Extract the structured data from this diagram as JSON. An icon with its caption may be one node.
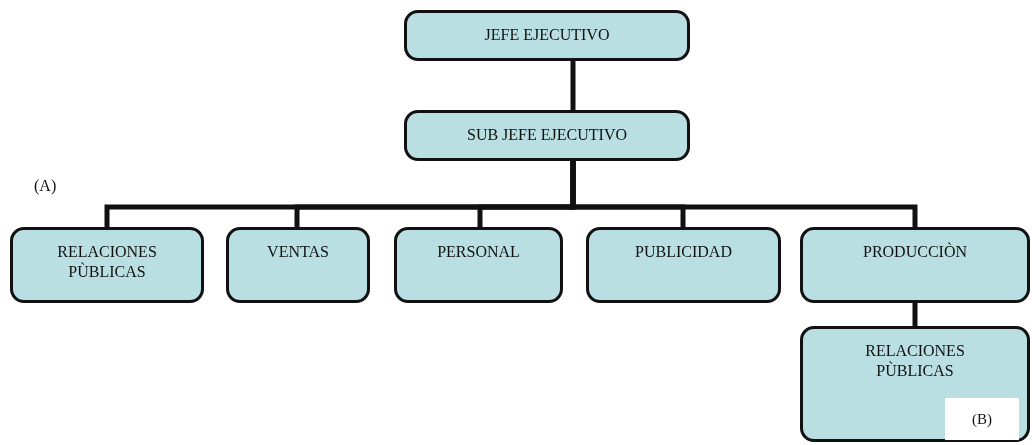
{
  "diagram": {
    "nodes": [
      {
        "text": [
          "JEFE EJECUTIVO"
        ]
      },
      {
        "text": [
          "SUB JEFE EJECUTIVO"
        ]
      },
      {
        "text": [
          "RELACIONES PÙBLICAS"
        ]
      },
      {
        "text": [
          "VENTAS"
        ]
      },
      {
        "text": [
          "PERSONAL"
        ]
      },
      {
        "text": [
          "PUBLICIDAD"
        ]
      },
      {
        "text": [
          "PRODUCCIÒN"
        ]
      },
      {
        "text": [
          "RELACIONES PÙBLICAS"
        ]
      }
    ],
    "edges": [
      {
        "from": 0,
        "to": 1,
        "arrow": "none"
      },
      {
        "from": 1,
        "to": 2,
        "arrow": "none"
      },
      {
        "from": 1,
        "to": 3,
        "arrow": "none"
      },
      {
        "from": 1,
        "to": 4,
        "arrow": "none"
      },
      {
        "from": 1,
        "to": 5,
        "arrow": "none"
      },
      {
        "from": 1,
        "to": 6,
        "arrow": "none"
      },
      {
        "from": 6,
        "to": 7,
        "arrow": "none"
      }
    ],
    "labels": [
      "(A)",
      "(B)"
    ]
  }
}
